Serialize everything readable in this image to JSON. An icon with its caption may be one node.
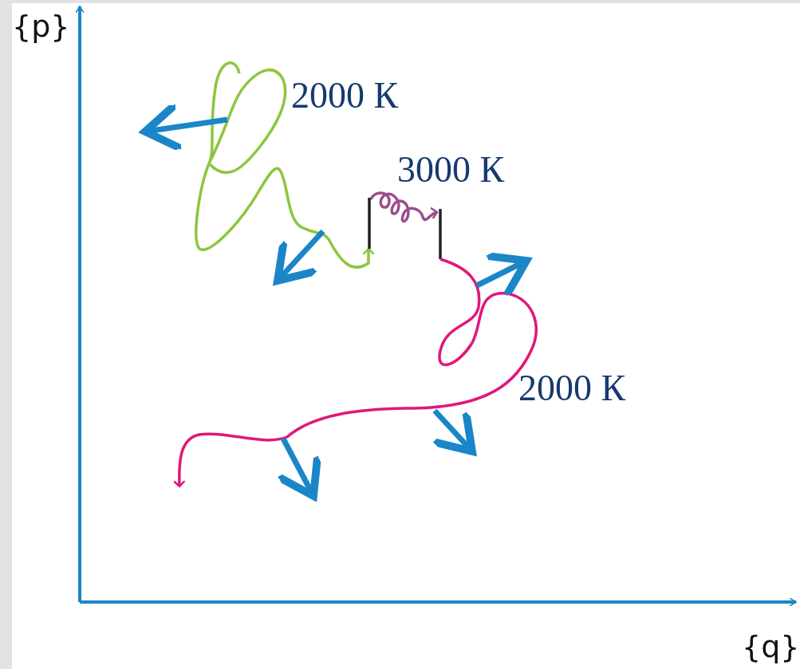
{
  "diagram": {
    "labels": [
      "{p}",
      "2000 К",
      "3000 К",
      "2000 К",
      "{q}"
    ]
  }
}
